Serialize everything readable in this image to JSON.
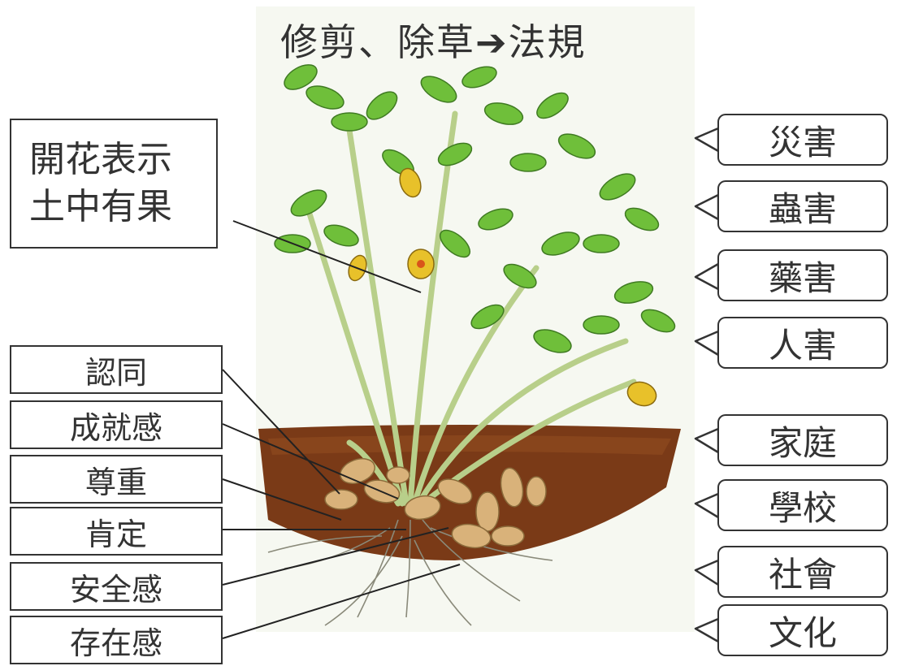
{
  "title": "修剪、除草➔法規",
  "flower_note": [
    "開花表示",
    "土中有果"
  ],
  "root_labels": [
    "認同",
    "成就感",
    "尊重",
    "肯定",
    "安全感",
    "存在感"
  ],
  "environment_labels": [
    "災害",
    "蟲害",
    "藥害",
    "人害",
    "家庭",
    "學校",
    "社會",
    "文化"
  ],
  "colors": {
    "soil": "#7a3a17",
    "leaf": "#6fbf3a",
    "stem": "#b8cf8a",
    "peanut": "#d9b27a",
    "flower": "#e8c12a",
    "outline": "#333333"
  }
}
